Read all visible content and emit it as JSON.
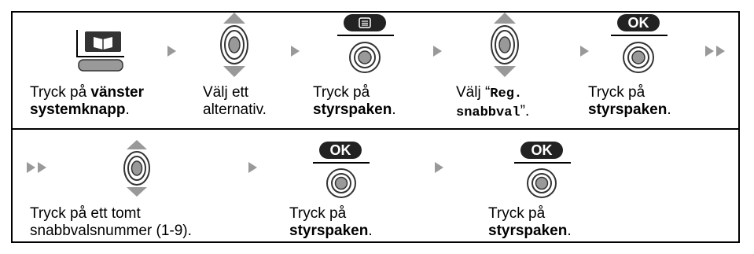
{
  "row1": {
    "step1": {
      "text": "Tryck på ",
      "bold": "vänster",
      "bold2": "systemknapp",
      "tail": "."
    },
    "step2": {
      "line1": "Välj ett",
      "line2": "alternativ."
    },
    "step3": {
      "line1": "Tryck på",
      "bold": "styrspaken",
      "tail": "."
    },
    "step4": {
      "pre": "Välj “",
      "mono1": "Reg.",
      "mono2": "snabbval",
      "post": "”."
    },
    "step5": {
      "line1": "Tryck på",
      "bold": "styrspaken",
      "tail": "."
    }
  },
  "row2": {
    "step1": {
      "line1": "Tryck på ett tomt",
      "line2": "snabbvalsnummer (1-9)."
    },
    "step2": {
      "line1": "Tryck på",
      "bold": "styrspaken",
      "tail": "."
    },
    "step3": {
      "line1": "Tryck på",
      "bold": "styrspaken",
      "tail": "."
    }
  },
  "ok_label": "OK",
  "icons": [
    "softkey-icon",
    "joystick-updown-icon",
    "menu-button-icon",
    "joystick-press-icon",
    "ok-button-icon",
    "arrow-right-icon",
    "continue-arrow-icon"
  ],
  "colors": {
    "dark": "#222222",
    "arrow": "#999999",
    "ring": "#666666"
  }
}
